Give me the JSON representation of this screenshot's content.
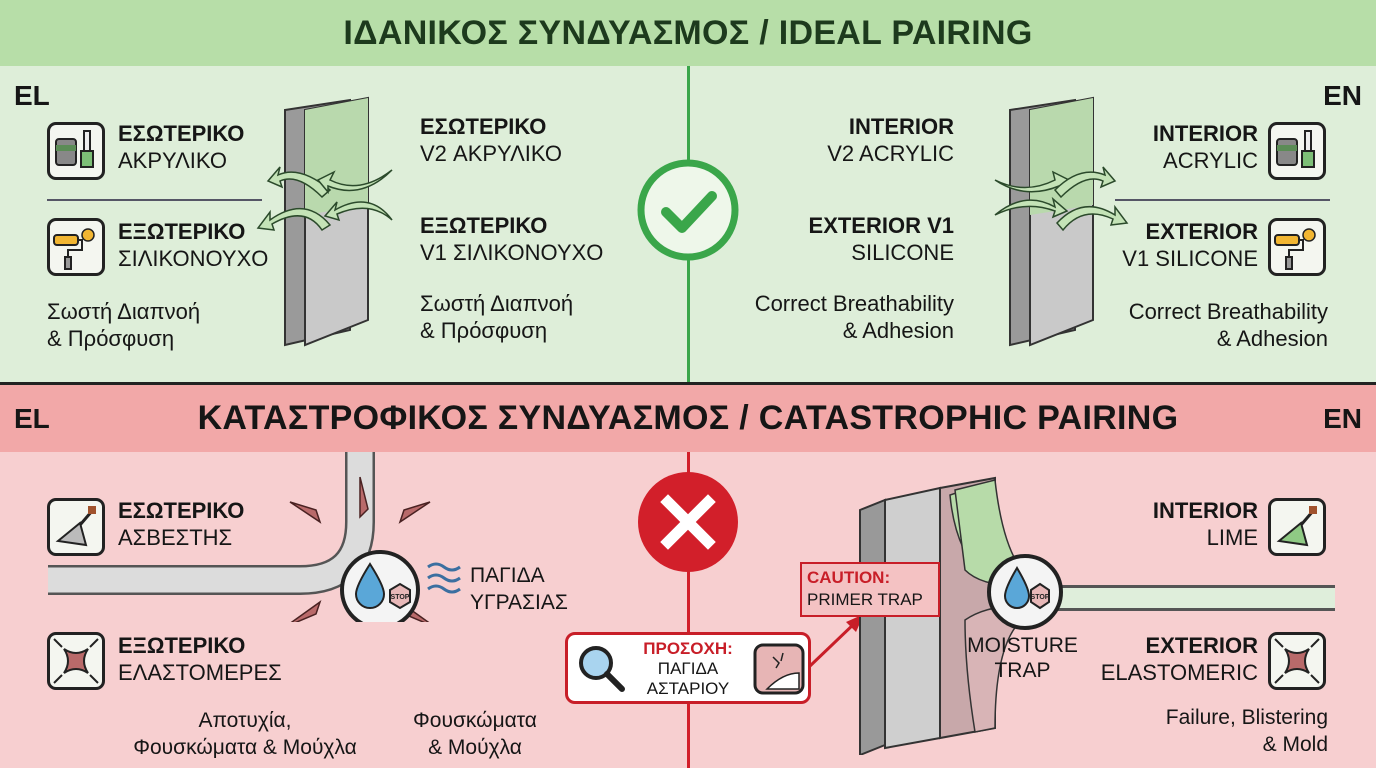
{
  "ideal": {
    "title": "ΙΔΑΝΙΚΟΣ ΣΥΝΔΥΑΣΜΟΣ / IDEAL PAIRING",
    "el_tag": "EL",
    "en_tag": "EN",
    "el": {
      "interior": [
        "ΕΣΩΤΕΡΙΚΟ",
        "ΑΚΡΥΛΙΚΟ"
      ],
      "exterior": [
        "ΕΞΩΤΕΡΙΚΟ",
        "ΣΙΛΙΚΟΝΟΥΧΟ"
      ],
      "result": [
        "Σωστή Διαπνοή",
        "& Πρόσφυση"
      ],
      "wall_interior": [
        "ΕΣΩΤΕΡΙΚΟ",
        "V2 ΑΚΡΥΛΙΚΟ"
      ],
      "wall_exterior": [
        "ΕΞΩΤΕΡΙΚΟ",
        "V1 ΣΙΛΙΚΟΝΟΥΧΟ"
      ],
      "wall_result": [
        "Σωστή Διαπνοή",
        "& Πρόσφυση"
      ]
    },
    "en": {
      "wall_interior": [
        "INTERIOR",
        "V2 ACRYLIC"
      ],
      "wall_exterior": [
        "EXTERIOR V1",
        "SILICONE"
      ],
      "wall_result": [
        "Correct Breathability",
        "& Adhesion"
      ],
      "interior": [
        "INTERIOR",
        "ACRYLIC"
      ],
      "exterior": [
        "EXTERIOR",
        "V1 SILICONE"
      ],
      "result": [
        "Correct Breathability",
        "& Adhesion"
      ]
    },
    "status_icon": "check-icon"
  },
  "catastrophic": {
    "title": "ΚΑΤΑΣΤΡΟΦΙΚΟΣ ΣΥΝΔΥΑΣΜΟΣ / CATASTROPHIC PAIRING",
    "el_tag": "EL",
    "en_tag": "EN",
    "el": {
      "interior": [
        "ΕΣΩΤΕΡΙΚΟ",
        "ΑΣΒΕΣΤΗΣ"
      ],
      "exterior": [
        "ΕΞΩΤΕΡΙΚΟ",
        "ΕΛΑΣΤΟΜΕΡΕΣ"
      ],
      "result": [
        "Αποτυχία,",
        "Φουσκώματα & Μούχλα"
      ],
      "moisture_trap": [
        "ΠΑΓΙΔΑ",
        "ΥΓΡΑΣΙΑΣ"
      ],
      "blisters": [
        "Φουσκώματα",
        "& Μούχλα"
      ],
      "caution": {
        "heading": "ΠΡΟΣΟΧΗ:",
        "text": [
          "ΠΑΓΙΔΑ",
          "ΑΣΤΑΡΙΟΥ"
        ]
      }
    },
    "en": {
      "caution": {
        "heading": "CAUTION:",
        "text": "PRIMER TRAP"
      },
      "moisture_trap": [
        "MOISTURE",
        "TRAP"
      ],
      "interior": [
        "INTERIOR",
        "LIME"
      ],
      "exterior": [
        "EXTERIOR",
        "ELASTOMERIC"
      ],
      "result": [
        "Failure, Blistering",
        "& Mold"
      ]
    },
    "stop_label": "STOP",
    "status_icon": "x-icon"
  },
  "colors": {
    "ideal_band": "#b7dea8",
    "ideal_bg": "#deeed9",
    "ok_green": "#3aa64a",
    "bad_band": "#f2a8a8",
    "bad_bg": "#f7cfd0",
    "bad_red": "#d21f2a"
  }
}
